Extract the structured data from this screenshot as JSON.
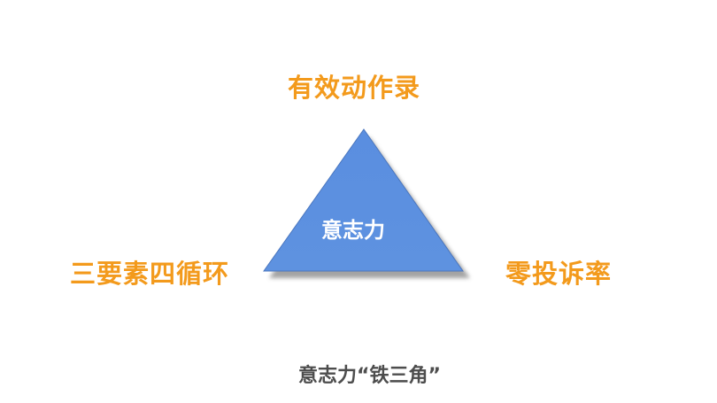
{
  "diagram": {
    "type": "triangle",
    "center_label": "意志力",
    "vertices": {
      "top": "有效动作录",
      "left": "三要素四循环",
      "right": "零投诉率"
    },
    "caption": "意志力“铁三角”",
    "colors": {
      "triangle_fill": "#5b8fde",
      "triangle_stroke": "#4a76be",
      "shadow": "#9a9a9a",
      "label_orange": "#f39a1c",
      "caption_gray": "#4d4d4d",
      "center_text": "#ffffff"
    }
  }
}
